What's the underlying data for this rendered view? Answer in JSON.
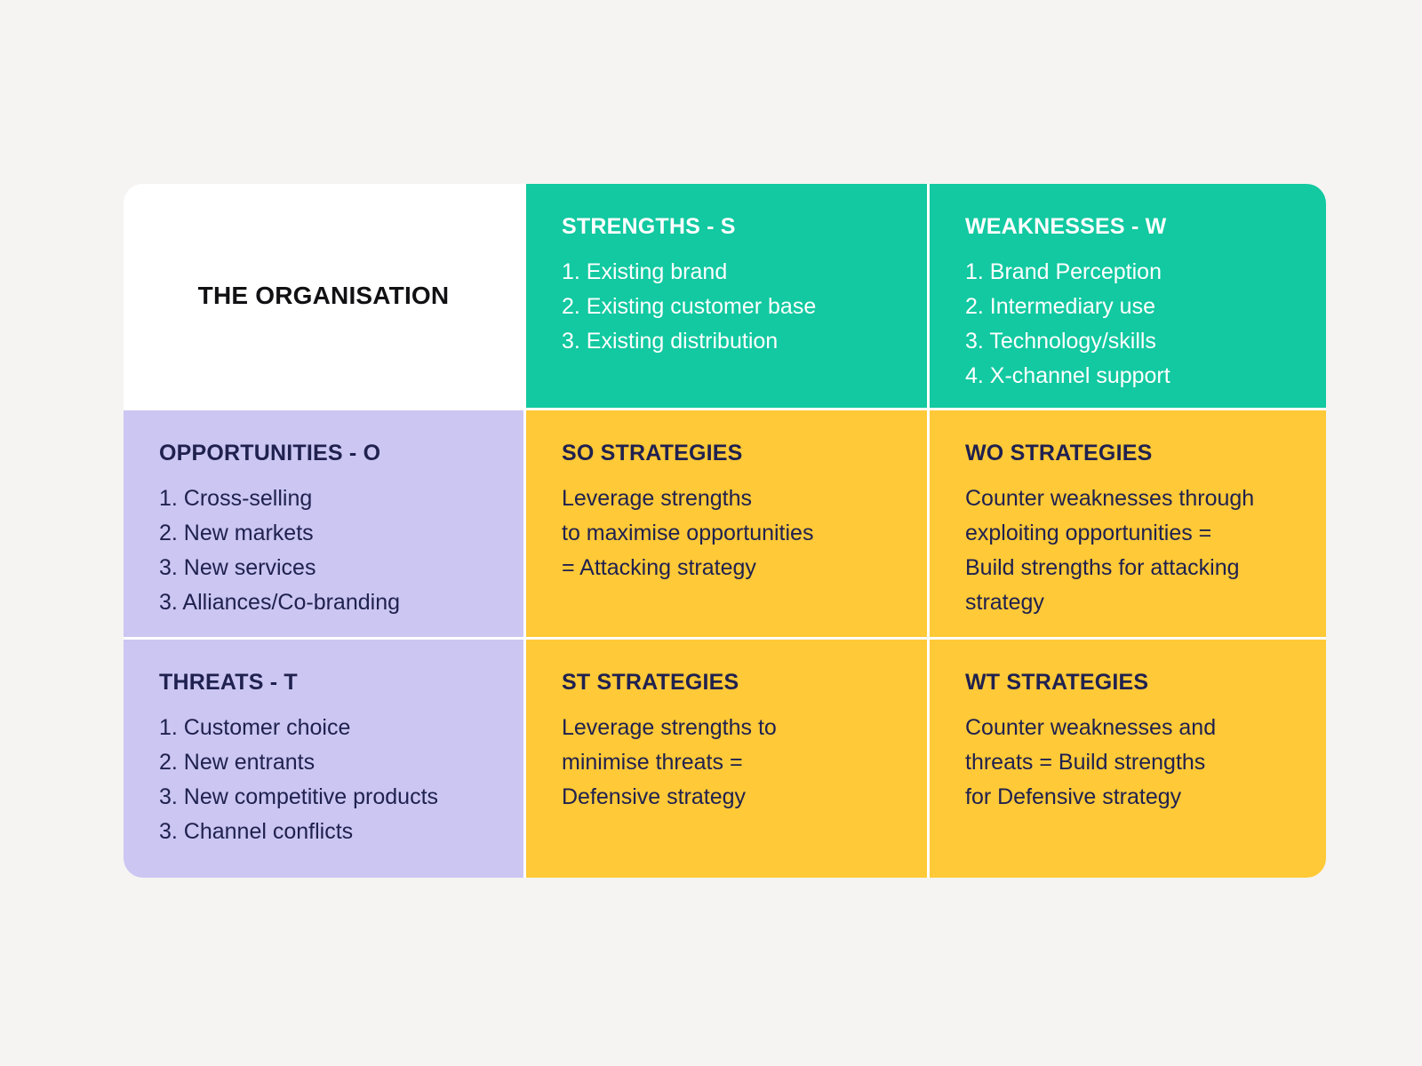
{
  "colors": {
    "page_background": "#F5F4F2",
    "teal_cell": "#12C9A1",
    "lavender_cell": "#CBC6F2",
    "yellow_cell": "#FFC937",
    "divider": "#FFFFFF",
    "corner_text": "#111113",
    "navy_text": "#20214F",
    "white_text": "#FFFFFF"
  },
  "matrix": {
    "corner": {
      "title": "THE ORGANISATION"
    },
    "strengths": {
      "title": "STRENGTHS - S",
      "lines": [
        "1. Existing brand",
        "2. Existing customer base",
        "3. Existing distribution"
      ]
    },
    "weaknesses": {
      "title": "WEAKNESSES - W",
      "lines": [
        "1. Brand Perception",
        "2. Intermediary use",
        "3. Technology/skills",
        "4. X-channel support"
      ]
    },
    "opportunities": {
      "title": "OPPORTUNITIES - O",
      "lines": [
        "1. Cross-selling",
        "2. New markets",
        "3. New services",
        "3. Alliances/Co-branding"
      ]
    },
    "so": {
      "title": "SO STRATEGIES",
      "lines": [
        "Leverage strengths",
        "to maximise opportunities",
        "= Attacking strategy"
      ]
    },
    "wo": {
      "title": "WO STRATEGIES",
      "lines": [
        "Counter weaknesses through",
        "exploiting opportunities =",
        "Build strengths for attacking",
        "strategy"
      ]
    },
    "threats": {
      "title": "THREATS - T",
      "lines": [
        "1. Customer choice",
        "2. New entrants",
        "3. New competitive products",
        "3. Channel conflicts"
      ]
    },
    "st": {
      "title": "ST STRATEGIES",
      "lines": [
        "Leverage strengths to",
        "minimise threats =",
        "Defensive strategy"
      ]
    },
    "wt": {
      "title": "WT STRATEGIES",
      "lines": [
        "Counter weaknesses and",
        "threats = Build strengths",
        "for Defensive strategy"
      ]
    }
  }
}
